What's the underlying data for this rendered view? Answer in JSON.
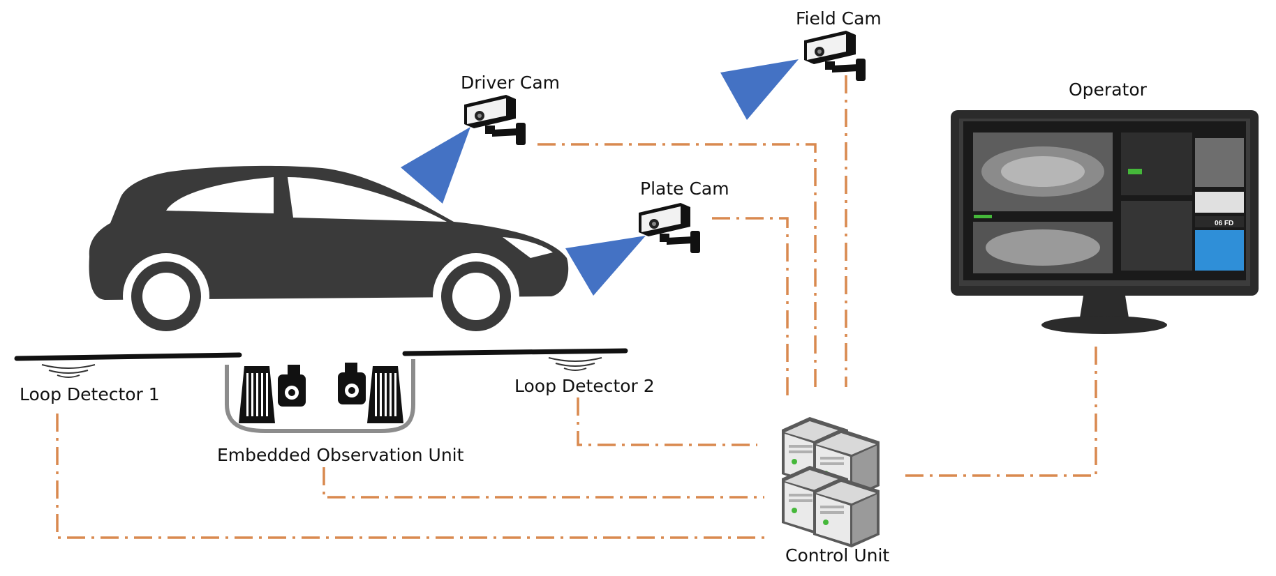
{
  "labels": {
    "field_cam": "Field Cam",
    "driver_cam": "Driver Cam",
    "plate_cam": "Plate Cam",
    "operator": "Operator",
    "loop_detector_1": "Loop Detector 1",
    "loop_detector_2": "Loop Detector 2",
    "embedded_unit": "Embedded Observation Unit",
    "control_unit": "Control Unit"
  },
  "monitor_screen": {
    "plate_text": "06 FD"
  },
  "colors": {
    "connection_line": "#d9894f",
    "camera_beam": "#4472c4",
    "car": "#3a3a3a",
    "monitor_frame": "#2b2b2b",
    "screen_highlight": "#2f8fd8"
  },
  "icons": [
    "camera-icon",
    "car-icon",
    "server-icon",
    "monitor-icon",
    "sensor-icon"
  ]
}
